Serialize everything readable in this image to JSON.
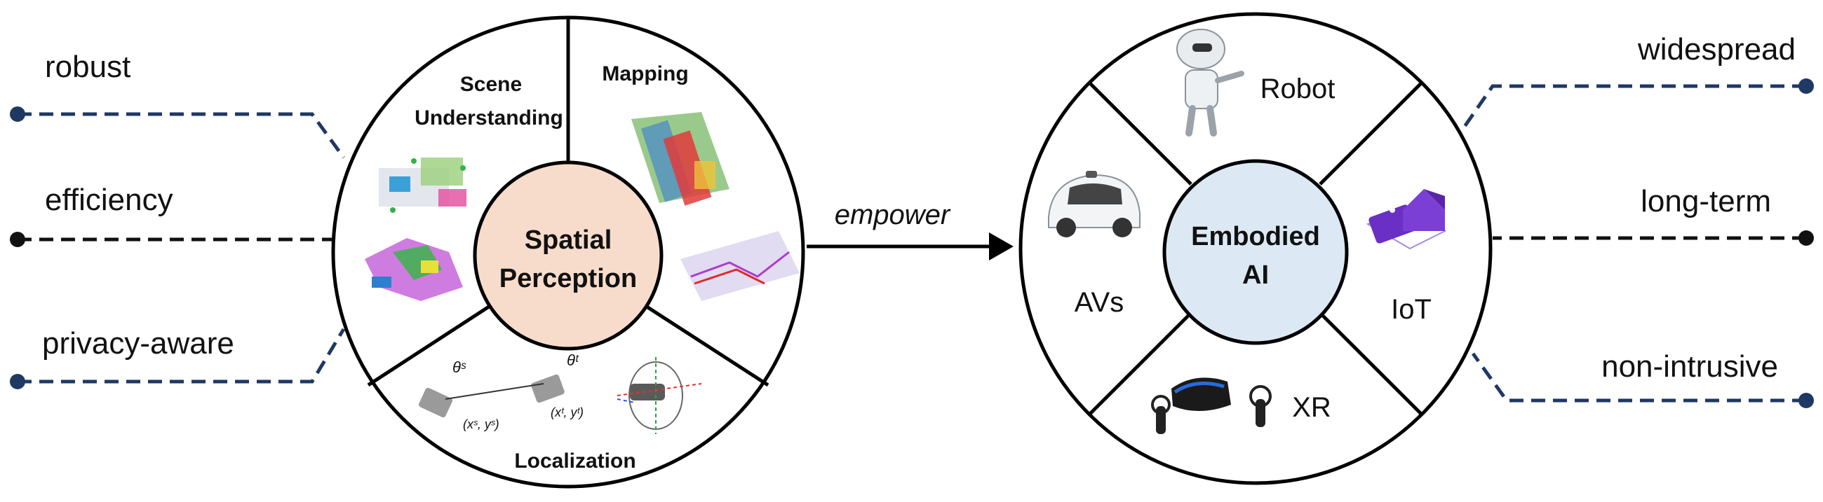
{
  "left_attributes": {
    "robust": "robust",
    "efficiency": "efficiency",
    "privacy": "privacy-aware"
  },
  "right_attributes": {
    "widespread": "widespread",
    "long_term": "long-term",
    "non_intrusive": "non-intrusive"
  },
  "spatial": {
    "center_line1": "Spatial",
    "center_line2": "Perception",
    "scene_line1": "Scene",
    "scene_line2": "Understanding",
    "mapping": "Mapping",
    "localization": "Localization",
    "pose_src": "θˢ",
    "pose_tgt": "θᵗ",
    "coord_src": "(xˢ, yˢ)",
    "coord_tgt": "(xᵗ, yᵗ)"
  },
  "arrow_label": "empower",
  "embodied": {
    "center_line1": "Embodied",
    "center_line2": "AI",
    "robot": "Robot",
    "avs": "AVs",
    "iot": "IoT",
    "xr": "XR"
  },
  "colors": {
    "dot_blue": "#1f3864",
    "dash_blue": "#1f3864",
    "dot_black": "#111111",
    "spatial_fill": "#f8dccb",
    "embodied_fill": "#dce9f5",
    "ring": "#000000"
  },
  "icons": [
    "point-cloud-icon",
    "map-icon",
    "trajectory-icon",
    "vr-headset-icon",
    "robot-icon",
    "car-icon",
    "smart-home-icon"
  ]
}
